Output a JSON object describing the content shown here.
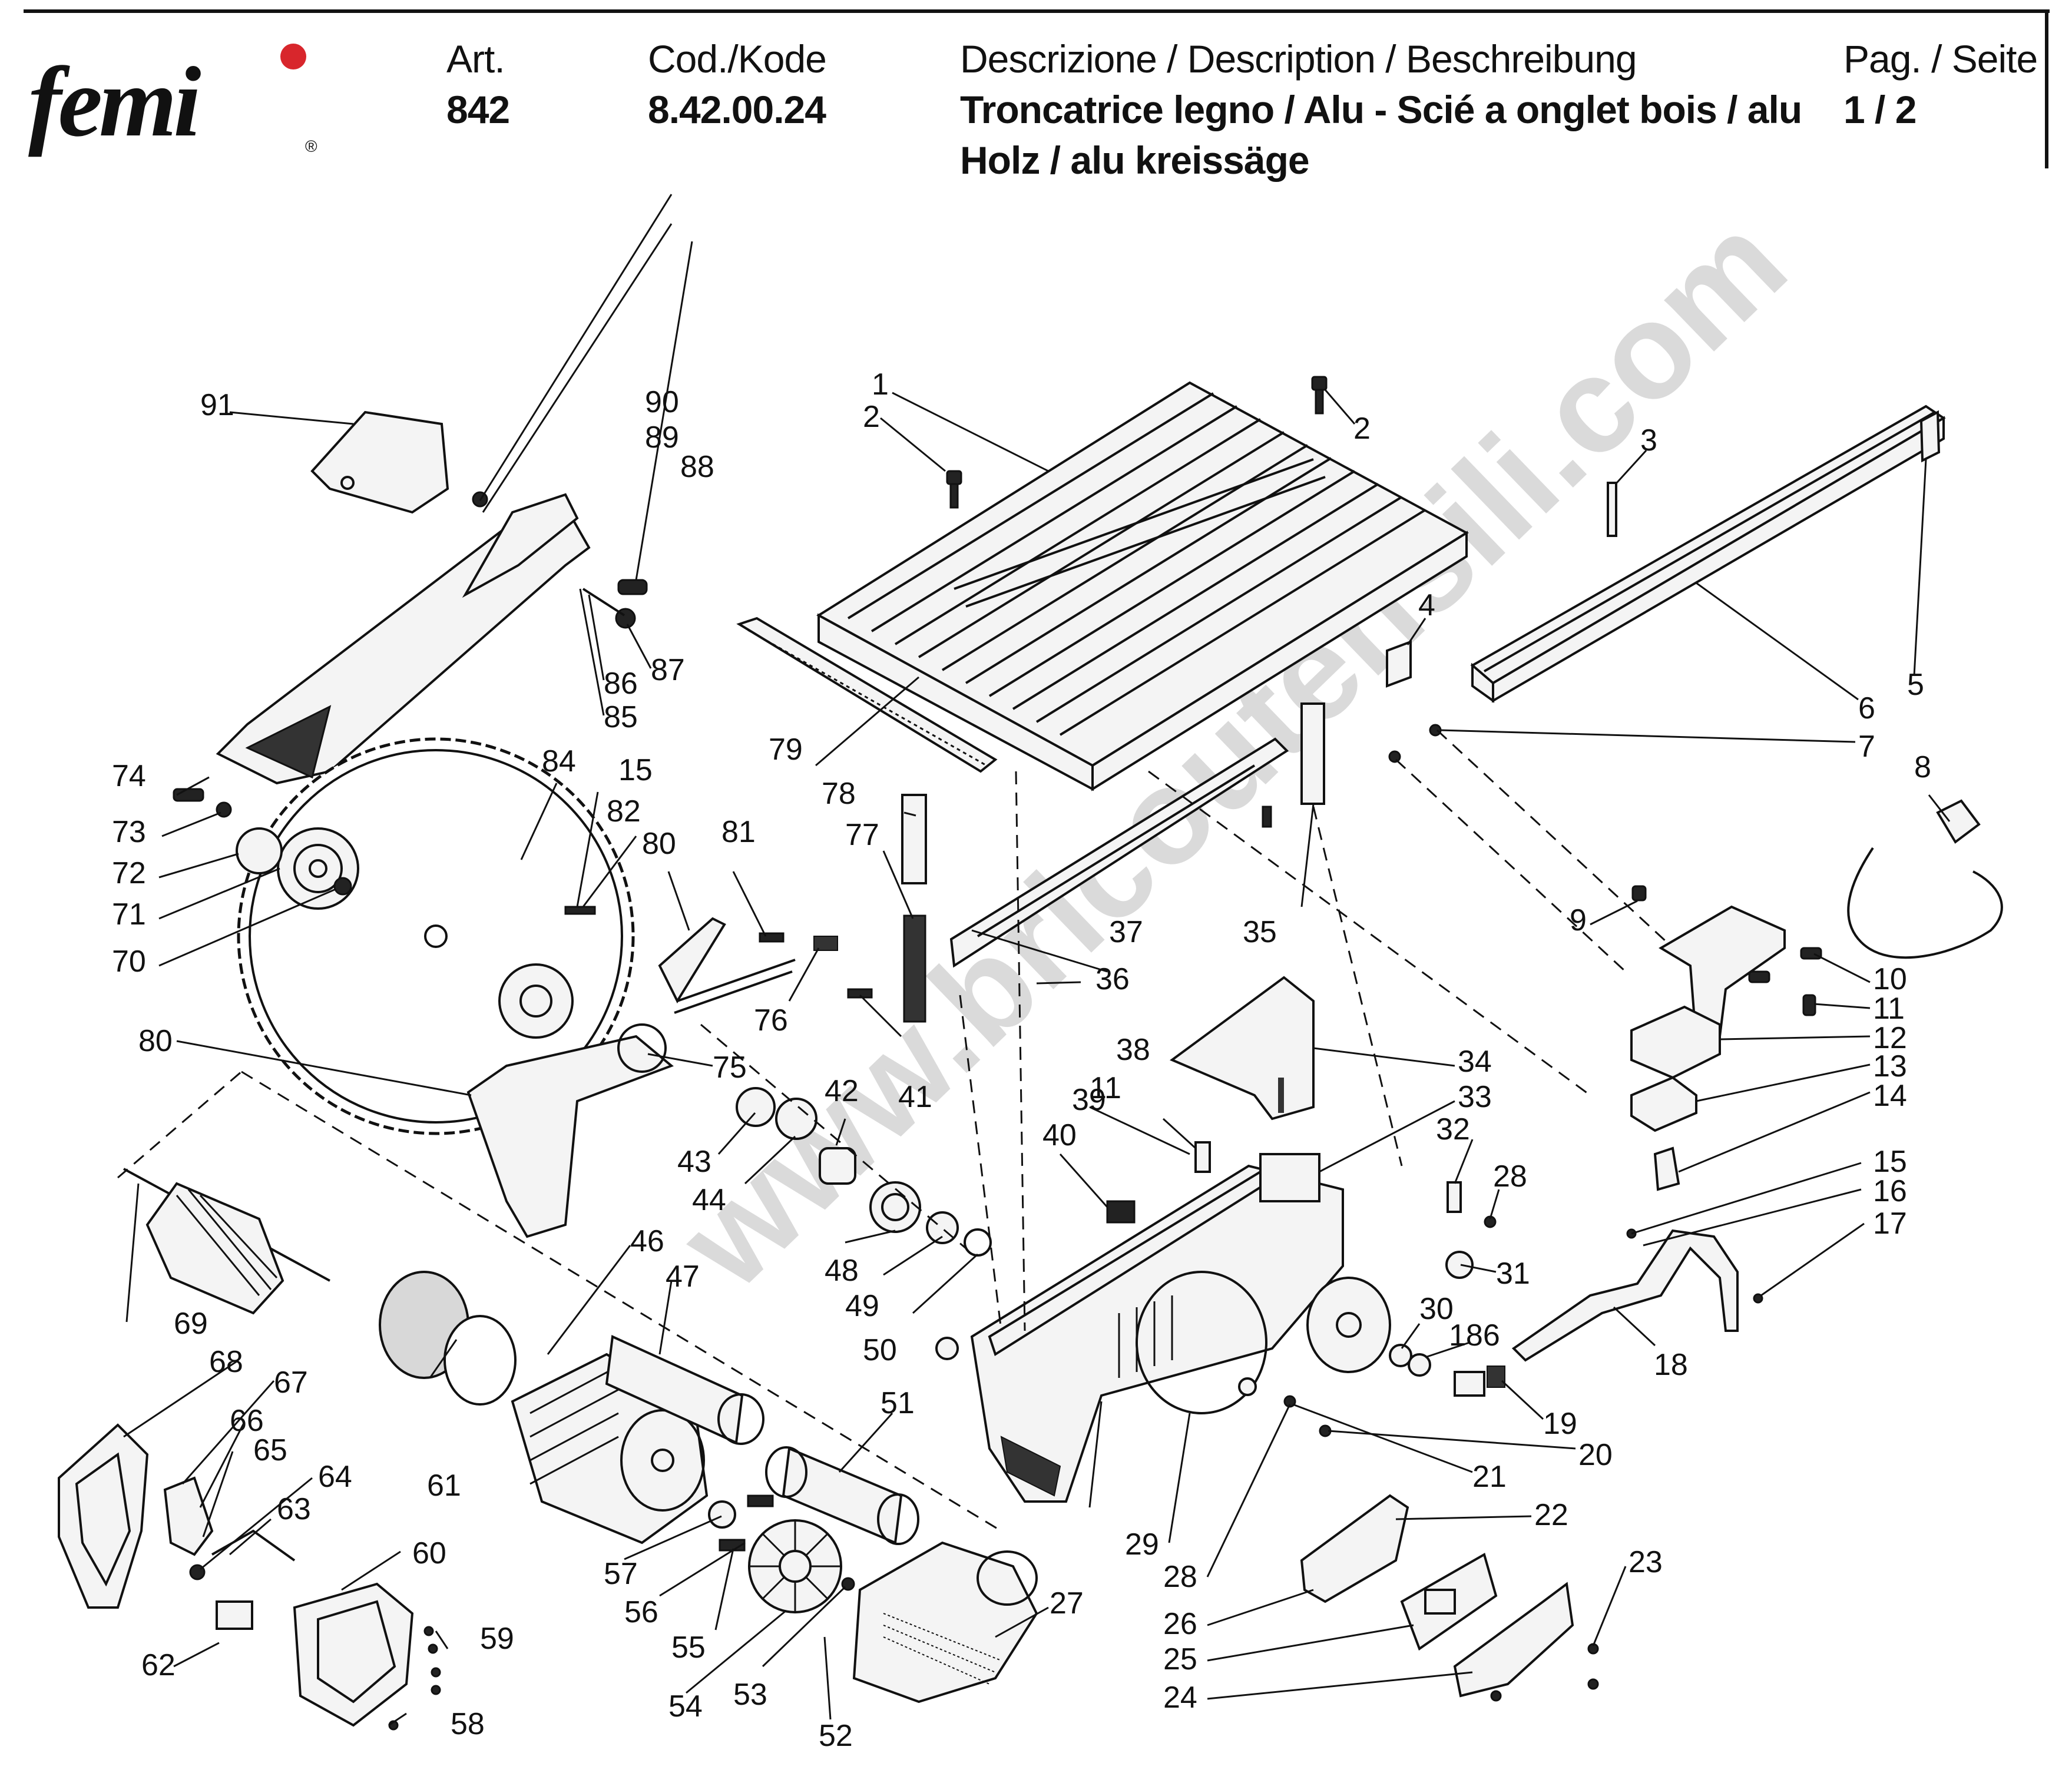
{
  "header": {
    "brand": "femi",
    "brand_registered": "®",
    "art_label": "Art.",
    "art_value": "842",
    "code_label": "Cod./Kode",
    "code_value": "8.42.00.24",
    "desc_label": "Descrizione / Description / Beschreibung",
    "desc_line1": "Troncatrice legno / Alu - Scié a onglet bois / alu",
    "desc_line2": "Holz / alu kreissäge",
    "page_label": "Pag. / Seite",
    "page_value": "1 / 2"
  },
  "watermark": "www.bricoutensili.com",
  "part_labels": {
    "p1": "1",
    "p2a": "2",
    "p2b": "2",
    "p3": "3",
    "p4": "4",
    "p5": "5",
    "p6": "6",
    "p7": "7",
    "p8": "8",
    "p9": "9",
    "p10": "10",
    "p11a": "11",
    "p11b": "11",
    "p12": "12",
    "p13": "13",
    "p14": "14",
    "p15a": "15",
    "p15b": "15",
    "p16": "16",
    "p17": "17",
    "p18": "18",
    "p19": "19",
    "p20": "20",
    "p21": "21",
    "p22": "22",
    "p23": "23",
    "p24": "24",
    "p25": "25",
    "p26": "26",
    "p27": "27",
    "p28a": "28",
    "p28b": "28",
    "p29": "29",
    "p30": "30",
    "p31": "31",
    "p32": "32",
    "p33": "33",
    "p34": "34",
    "p35": "35",
    "p36": "36",
    "p37": "37",
    "p38": "38",
    "p39": "39",
    "p40": "40",
    "p41": "41",
    "p42": "42",
    "p43": "43",
    "p44": "44",
    "p46": "46",
    "p47": "47",
    "p48": "48",
    "p49": "49",
    "p50": "50",
    "p51": "51",
    "p52": "52",
    "p53": "53",
    "p54": "54",
    "p55": "55",
    "p56": "56",
    "p57": "57",
    "p58": "58",
    "p59": "59",
    "p60": "60",
    "p61": "61",
    "p62": "62",
    "p63": "63",
    "p64": "64",
    "p65": "65",
    "p66": "66",
    "p67": "67",
    "p68": "68",
    "p69": "69",
    "p70": "70",
    "p71": "71",
    "p72": "72",
    "p73": "73",
    "p74": "74",
    "p75": "75",
    "p76": "76",
    "p77": "77",
    "p78": "78",
    "p79": "79",
    "p80a": "80",
    "p80b": "80",
    "p81": "81",
    "p82": "82",
    "p84": "84",
    "p85": "85",
    "p86": "86",
    "p87": "87",
    "p88": "88",
    "p89": "89",
    "p90": "90",
    "p91": "91",
    "p186": "186"
  }
}
